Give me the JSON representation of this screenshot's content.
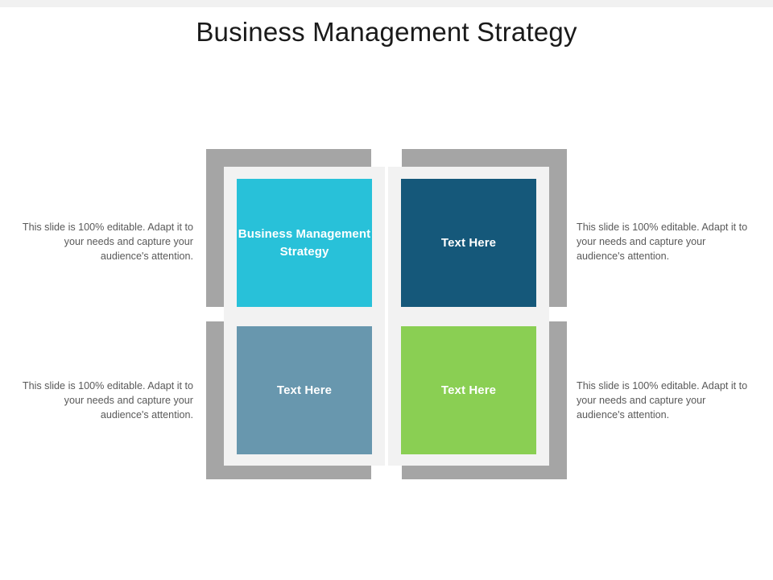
{
  "slide": {
    "title": "Business Management Strategy",
    "background_color": "#FFFFFF",
    "top_band_color": "#F1F1F1"
  },
  "diagram": {
    "type": "four-quadrant-matrix",
    "shadow_color": "#A5A5A5",
    "frame_color": "#F2F2F2",
    "quadrants": [
      {
        "position": "top-left",
        "label": "Business Management Strategy",
        "color": "#28C1D9",
        "text_color": "#FFFFFF"
      },
      {
        "position": "top-right",
        "label": "Text Here",
        "color": "#15587A",
        "text_color": "#FFFFFF"
      },
      {
        "position": "bottom-left",
        "label": "Text Here",
        "color": "#6897AE",
        "text_color": "#FFFFFF"
      },
      {
        "position": "bottom-right",
        "label": "Text Here",
        "color": "#8ACF53",
        "text_color": "#FFFFFF"
      }
    ]
  },
  "captions": {
    "top_left": "This slide is 100% editable. Adapt it to your needs and capture your audience's attention.",
    "top_right": "This slide is 100% editable. Adapt it to your needs and capture your audience's attention.",
    "bottom_left": "This slide is 100% editable. Adapt it to your needs and capture your audience's attention.",
    "bottom_right": "This slide is 100% editable. Adapt it to your needs and capture your audience's attention."
  }
}
